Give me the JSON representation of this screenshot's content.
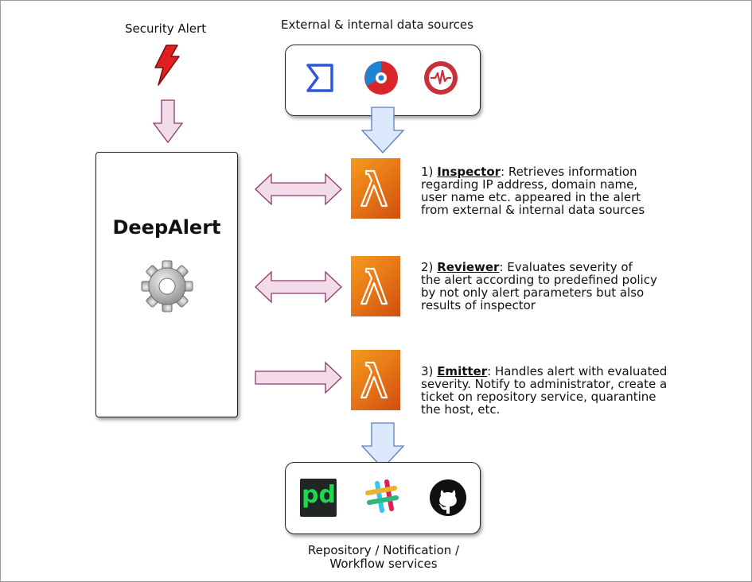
{
  "labels": {
    "security_alert": "Security Alert",
    "sources_title": "External & internal data sources",
    "services_title_line1": "Repository / Notification /",
    "services_title_line2": "Workflow services",
    "deepalert": "DeepAlert"
  },
  "steps": [
    {
      "number": "1)",
      "name": "Inspector",
      "lines": [
        ": Retrieves information",
        "regarding IP address, domain name,",
        "user name etc. appeared in the alert",
        "from external & internal data sources"
      ]
    },
    {
      "number": "2)",
      "name": "Reviewer",
      "lines": [
        ": Evaluates severity of",
        "the alert according to predefined policy",
        "by not only alert parameters but also",
        "results of inspector"
      ]
    },
    {
      "number": "3)",
      "name": "Emitter",
      "lines": [
        ": Handles alert with evaluated",
        "severity. Notify to administrator, create a",
        "ticket on repository service, quarantine",
        "the host, etc."
      ]
    }
  ],
  "service_logos": {
    "pagerduty_text": "pd"
  },
  "icons": {
    "alert": "lightning-bolt-icon",
    "sources": [
      "sigma-logo-icon",
      "swirl-logo-icon",
      "pulse-logo-icon"
    ],
    "services": [
      "pagerduty-logo-icon",
      "slack-logo-icon",
      "github-logo-icon"
    ],
    "engine": "gear-icon",
    "step": "aws-lambda-icon"
  },
  "colors": {
    "pink_arrow_fill": "#f3dbea",
    "pink_arrow_stroke": "#8a3b6a",
    "blue_arrow_fill": "#dce8fb",
    "blue_arrow_stroke": "#5b7fb8",
    "lambda_orange": "#e8781a",
    "alert_red": "#e02020"
  }
}
